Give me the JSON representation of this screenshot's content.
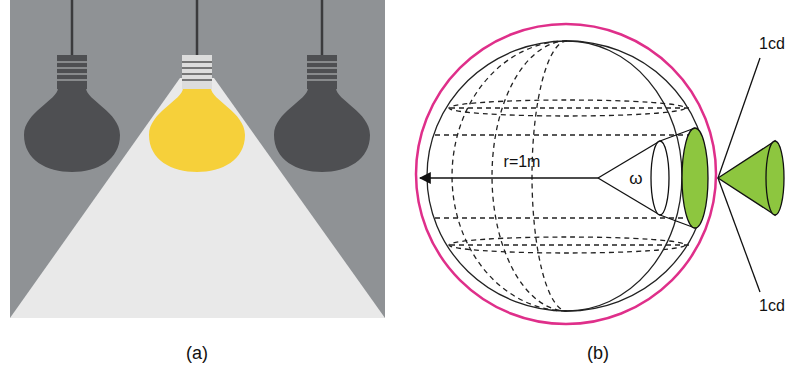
{
  "diagram": {
    "labels": [
      "(a)",
      "(b)",
      "r=1m",
      "ω",
      "1cd",
      "1cd"
    ]
  }
}
